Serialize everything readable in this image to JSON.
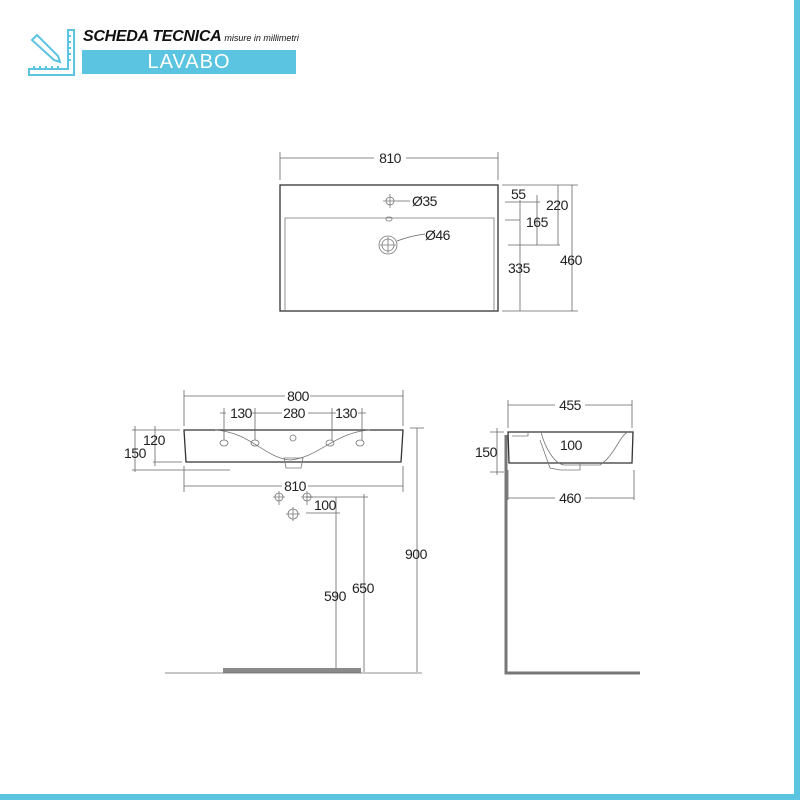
{
  "header": {
    "title": "SCHEDA TECNICA",
    "subtitle": "misure in millimetri",
    "product": "LAVABO",
    "icon": "ruler-pencil-icon",
    "accent_color": "#5bc4e0"
  },
  "top_view": {
    "width": "810",
    "hole_small": "Ø35",
    "hole_drain": "Ø46",
    "d55": "55",
    "d220": "220",
    "d165": "165",
    "d335": "335",
    "depth": "460"
  },
  "front_view": {
    "width_top": "800",
    "hole_spacing": [
      "130",
      "280",
      "130"
    ],
    "d120": "120",
    "d150": "150",
    "width_bottom": "810",
    "d100": "100",
    "h590": "590",
    "h650": "650",
    "h900": "900"
  },
  "side_view": {
    "depth_top": "455",
    "height": "150",
    "d100": "100",
    "depth_bottom": "460"
  }
}
